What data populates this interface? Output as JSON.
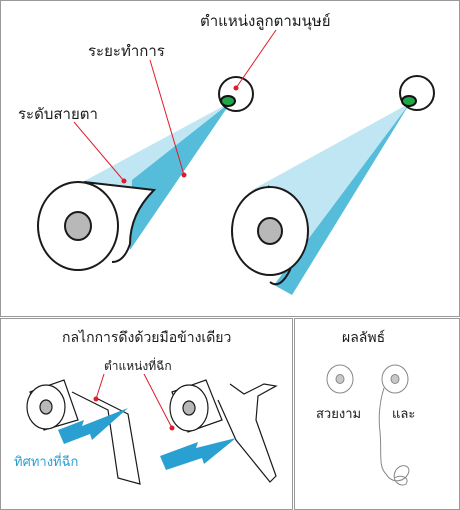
{
  "top_panel": {
    "label_eye_position": "ตำแหน่งลูกตามนุษย์",
    "label_working_range": "ระยะทำการ",
    "label_eye_level": "ระดับสายตา"
  },
  "bottom_left_panel": {
    "title": "กลไกการดึงด้วยมือข้างเดียว",
    "label_tear_point": "ตำแหน่งที่ฉีก",
    "label_tear_direction": "ทิศทางที่ฉีก"
  },
  "bottom_right_panel": {
    "title": "ผลลัพธ์",
    "label_beautiful": "สวยงาม",
    "label_and": "และ"
  },
  "colors": {
    "light_beam": "#bfe6f2",
    "dark_beam": "#55bcd9",
    "pointer": "#e01b2a",
    "arrow": "#2a9fd2",
    "pupil": "#1fa84a",
    "frame": "#999999"
  }
}
